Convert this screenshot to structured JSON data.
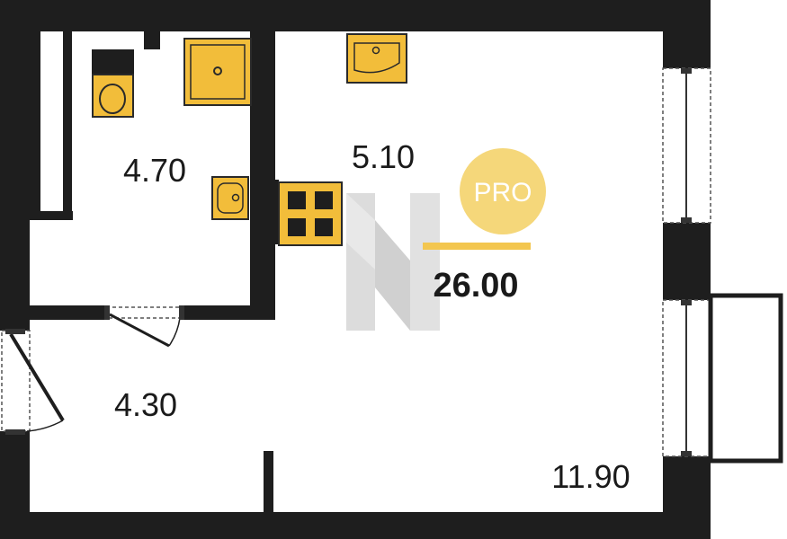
{
  "rooms": {
    "bathroom_area": "4.70",
    "kitchen_area": "5.10",
    "hall_area": "4.30",
    "living_area": "11.90"
  },
  "total_area": "26.00",
  "badge": {
    "text": "PRO",
    "color": "#f5d77a"
  },
  "colors": {
    "wall": "#1e1e1e",
    "fixture": "#f2bd3a",
    "fixture_outline": "#2a2a2a",
    "accent_line": "#f3c64f",
    "watermark": "#d9d9d9"
  },
  "icons": {
    "toilet": "toilet-icon",
    "shower": "shower-tray-icon",
    "washbasin": "washbasin-icon",
    "kitchen_sink": "kitchen-sink-icon",
    "stove": "stove-icon",
    "watermark": "logo-watermark"
  }
}
